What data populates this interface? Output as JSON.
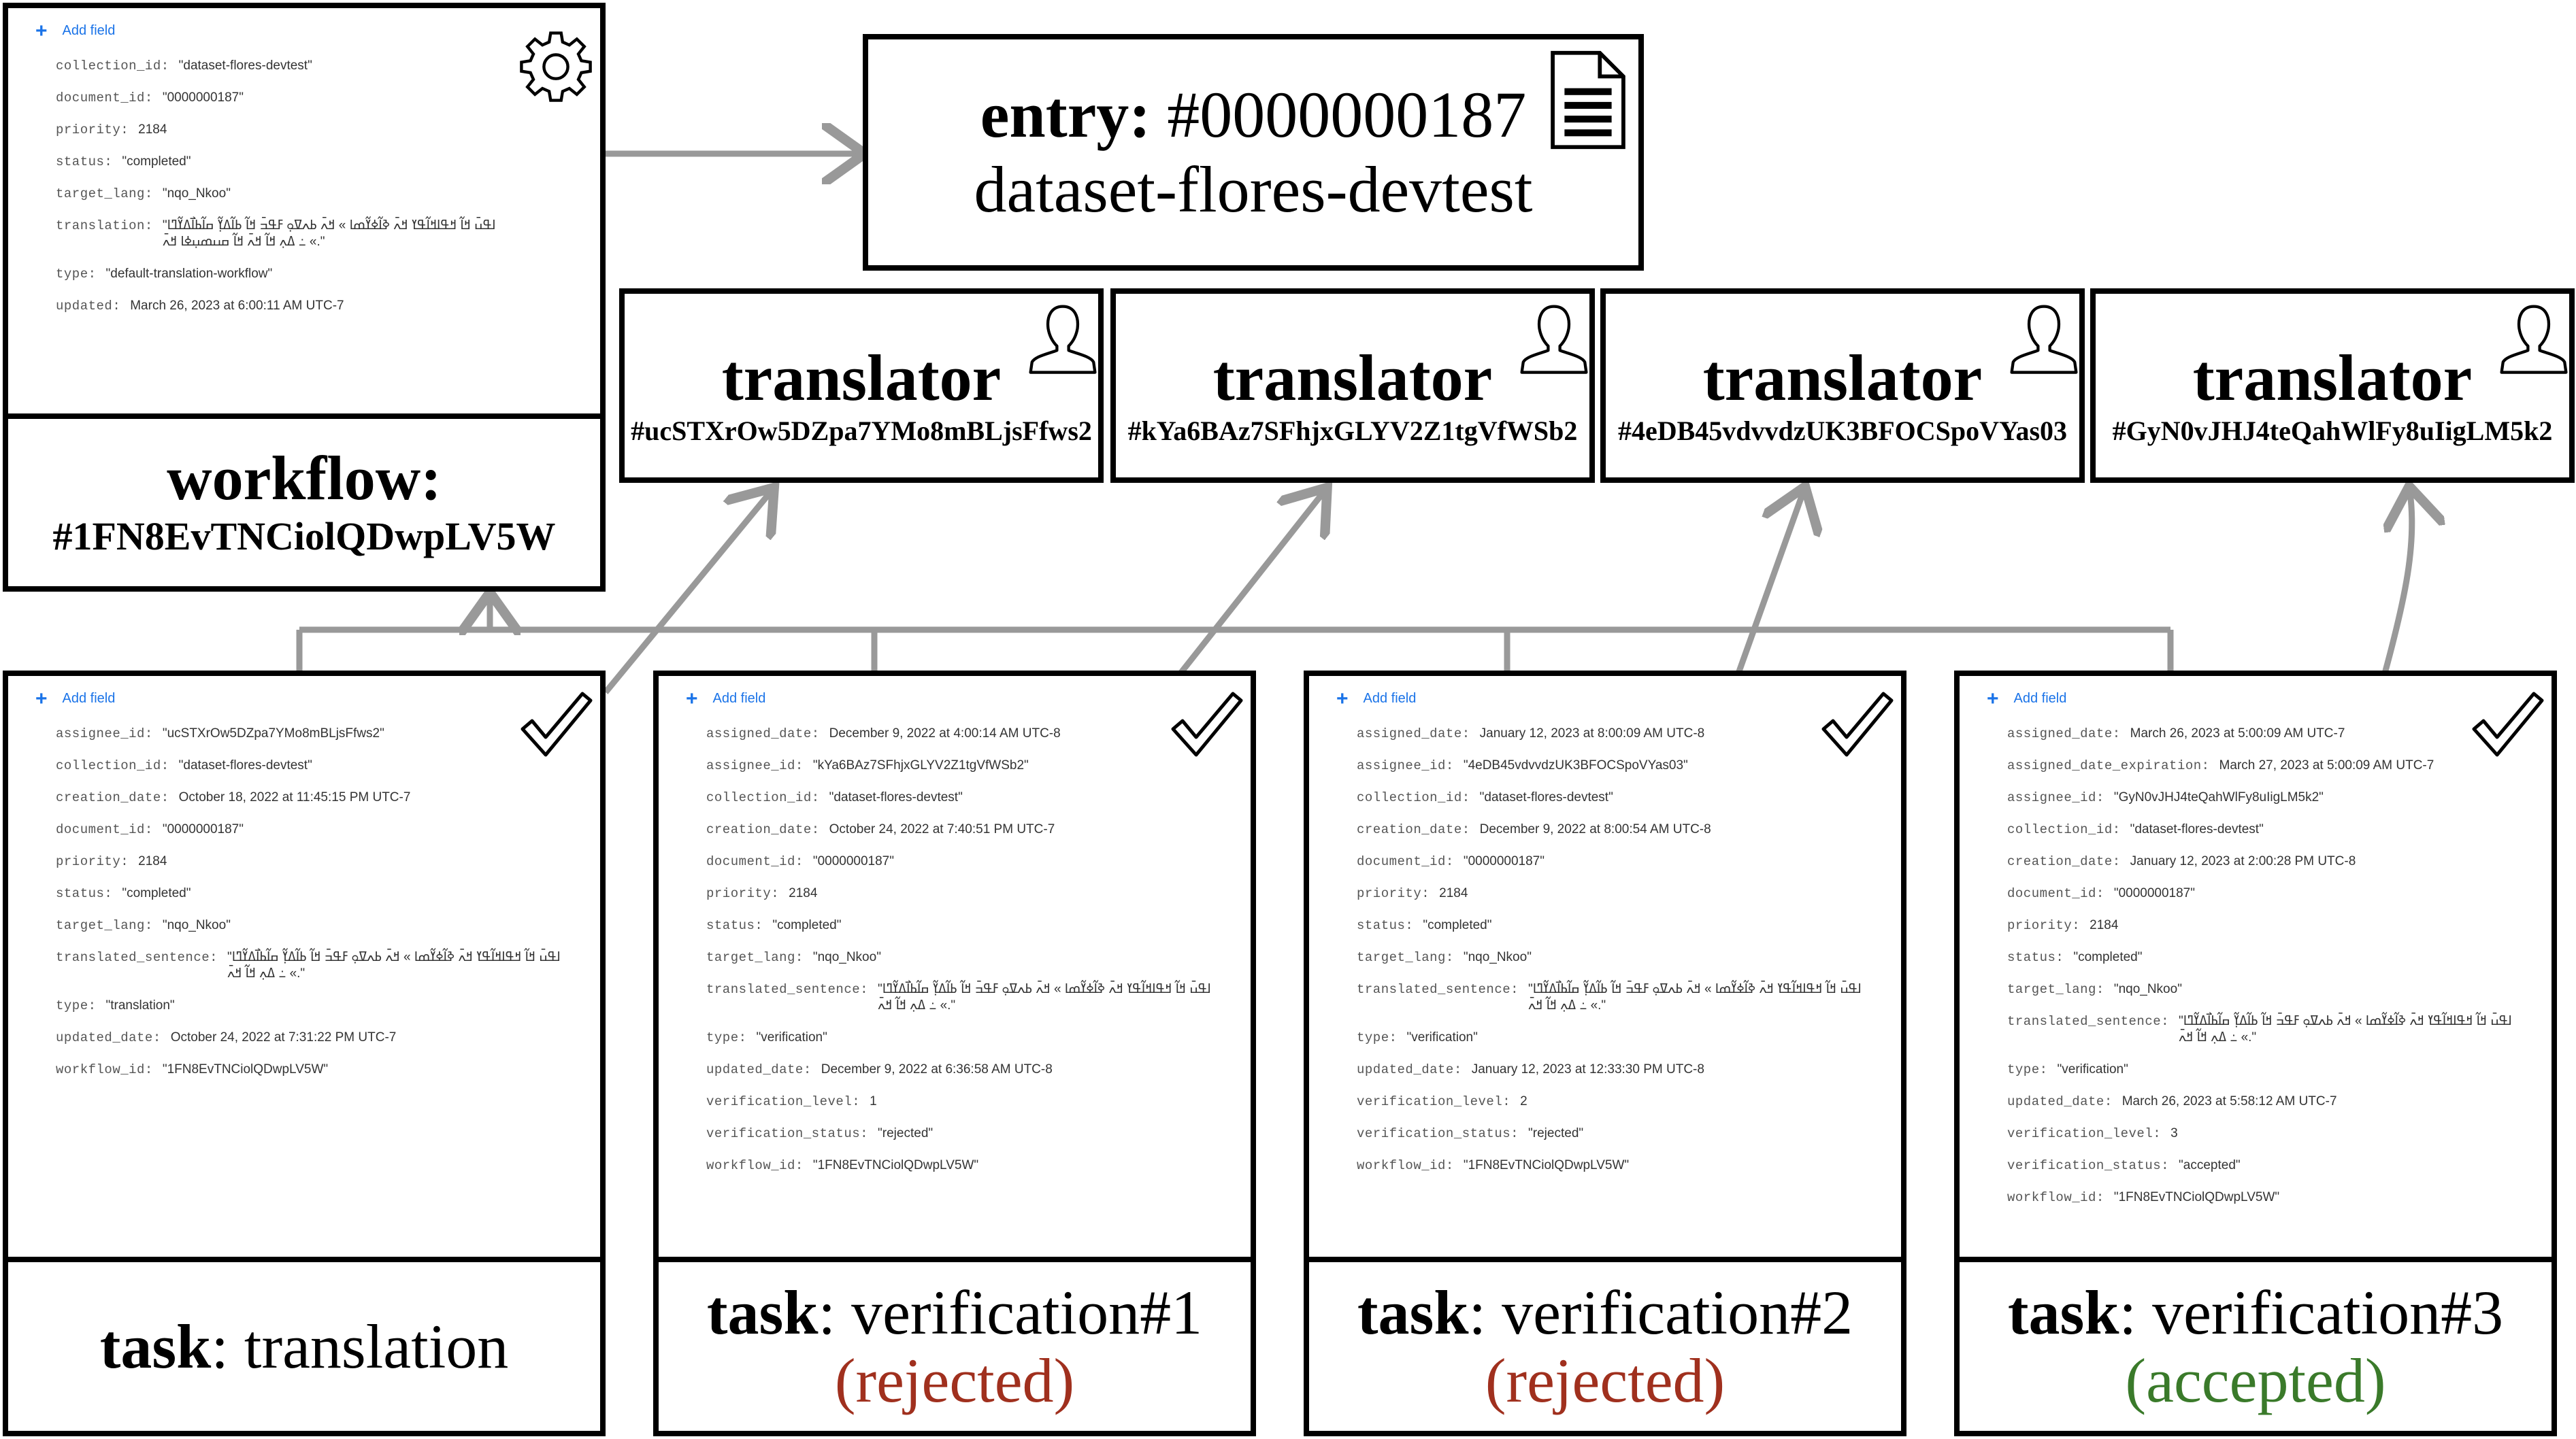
{
  "workflow": {
    "add_field": "Add field",
    "fields": [
      {
        "key": "collection_id:",
        "value": "\"dataset-flores-devtest\""
      },
      {
        "key": "document_id:",
        "value": "\"0000000187\""
      },
      {
        "key": "priority:",
        "value": "2184"
      },
      {
        "key": "status:",
        "value": "\"completed\""
      },
      {
        "key": "target_lang:",
        "value": "\"nqo_Nkoo\""
      },
      {
        "key": "translation:",
        "value": "\"ߊߟߎ߫ ߞߊ߬ ߞߟߊߞߊ߬ߟߌ ߞߍ߫ ߢߊ߬ߦߌ߬ߘߊ » ߞߍ߫ ߕߍߜߋ߲ ߓߟߏ߫ ߞߊ߬ ߕߊ߬ߡߌ߲߬ ߛߊ߬ߕߊ߯ߡߌ߬ߣߊ ߸ ߡߍ߲ ߞߊ߬ ߞߍ߫ ߞߊ߬ ߛߎߘߎ߲ߦߊ ߞߍ߫ «.\""
      },
      {
        "key": "type:",
        "value": "\"default-translation-workflow\""
      },
      {
        "key": "updated:",
        "value": "March 26, 2023 at 6:00:11 AM UTC-7"
      }
    ],
    "label_bold": "workflow:",
    "label_id": "#1FN8EvTNCiolQDwpLV5W"
  },
  "entry": {
    "label_bold": "entry:",
    "label_id": "#0000000187",
    "collection": "dataset-flores-devtest"
  },
  "translators": [
    {
      "label": "translator",
      "id": "#ucSTXrOw5DZpa7YMo8mBLjsFfws2"
    },
    {
      "label": "translator",
      "id": "#kYa6BAz7SFhjxGLYV2Z1tgVfWSb2"
    },
    {
      "label": "translator",
      "id": "#4eDB45vdvvdzUK3BFOCSpoVYas03"
    },
    {
      "label": "translator",
      "id": "#GyN0vJHJ4teQahWlFy8uIigLM5k2"
    }
  ],
  "tasks": [
    {
      "add_field": "Add field",
      "fields": [
        {
          "key": "assignee_id:",
          "value": "\"ucSTXrOw5DZpa7YMo8mBLjsFfws2\""
        },
        {
          "key": "collection_id:",
          "value": "\"dataset-flores-devtest\""
        },
        {
          "key": "creation_date:",
          "value": "October 18, 2022 at 11:45:15 PM UTC-7"
        },
        {
          "key": "document_id:",
          "value": "\"0000000187\""
        },
        {
          "key": "priority:",
          "value": "2184"
        },
        {
          "key": "status:",
          "value": "\"completed\""
        },
        {
          "key": "target_lang:",
          "value": "\"nqo_Nkoo\""
        },
        {
          "key": "translated_sentence:",
          "value": "\"ߊߟߎ߫ ߞߊ߬ ߞߟߊߞߊ߬ߟߌ ߞߍ߫ ߢߊ߬ߦߌ߬ߘߊ » ߞߍ߫ ߕߍߜߋ߲ ߓߟߏ߫ ߞߊ߬ ߕߊ߬ߡߌ߲߬ ߛߊ߬ߕߊ߯ߡߌ߬ߣߊ ߸ ߡߍ߲ ߞߊ߬ ߞߍ߫ «.\""
        },
        {
          "key": "type:",
          "value": "\"translation\""
        },
        {
          "key": "updated_date:",
          "value": "October 24, 2022 at 7:31:22 PM UTC-7"
        },
        {
          "key": "workflow_id:",
          "value": "\"1FN8EvTNCiolQDwpLV5W\""
        }
      ],
      "label_bold": "task",
      "label_rest": ": translation",
      "status_note": ""
    },
    {
      "add_field": "Add field",
      "fields": [
        {
          "key": "assigned_date:",
          "value": "December 9, 2022 at 4:00:14 AM UTC-8"
        },
        {
          "key": "assignee_id:",
          "value": "\"kYa6BAz7SFhjxGLYV2Z1tgVfWSb2\""
        },
        {
          "key": "collection_id:",
          "value": "\"dataset-flores-devtest\""
        },
        {
          "key": "creation_date:",
          "value": "October 24, 2022 at 7:40:51 PM UTC-7"
        },
        {
          "key": "document_id:",
          "value": "\"0000000187\""
        },
        {
          "key": "priority:",
          "value": "2184"
        },
        {
          "key": "status:",
          "value": "\"completed\""
        },
        {
          "key": "target_lang:",
          "value": "\"nqo_Nkoo\""
        },
        {
          "key": "translated_sentence:",
          "value": "\"ߊߟߎ߫ ߞߊ߬ ߞߟߊߞߊ߬ߟߌ ߞߍ߫ ߢߊ߬ߦߌ߬ߘߊ » ߞߍ߫ ߕߍߜߋ߲ ߓߟߏ߫ ߞߊ߬ ߕߊ߬ߡߌ߲߬ ߛߊ߬ߕߊ߯ߡߌ߬ߣߊ ߸ ߡߍ߲ ߞߊ߬ ߞߍ߫ «.\""
        },
        {
          "key": "type:",
          "value": "\"verification\""
        },
        {
          "key": "updated_date:",
          "value": "December 9, 2022 at 6:36:58 AM UTC-8"
        },
        {
          "key": "verification_level:",
          "value": "1"
        },
        {
          "key": "verification_status:",
          "value": "\"rejected\""
        },
        {
          "key": "workflow_id:",
          "value": "\"1FN8EvTNCiolQDwpLV5W\""
        }
      ],
      "label_bold": "task",
      "label_rest": ": verification#1",
      "status_note": "(rejected)"
    },
    {
      "add_field": "Add field",
      "fields": [
        {
          "key": "assigned_date:",
          "value": "January 12, 2023 at 8:00:09 AM UTC-8"
        },
        {
          "key": "assignee_id:",
          "value": "\"4eDB45vdvvdzUK3BFOCSpoVYas03\""
        },
        {
          "key": "collection_id:",
          "value": "\"dataset-flores-devtest\""
        },
        {
          "key": "creation_date:",
          "value": "December 9, 2022 at 8:00:54 AM UTC-8"
        },
        {
          "key": "document_id:",
          "value": "\"0000000187\""
        },
        {
          "key": "priority:",
          "value": "2184"
        },
        {
          "key": "status:",
          "value": "\"completed\""
        },
        {
          "key": "target_lang:",
          "value": "\"nqo_Nkoo\""
        },
        {
          "key": "translated_sentence:",
          "value": "\"ߊߟߎ߫ ߞߊ߬ ߞߟߊߞߊ߬ߟߌ ߞߍ߫ ߢߊ߬ߦߌ߬ߘߊ » ߞߍ߫ ߕߍߜߋ߲ ߓߟߏ߫ ߞߊ߬ ߕߊ߬ߡߌ߲߬ ߛߊ߬ߕߊ߯ߡߌ߬ߣߊ ߸ ߡߍ߲ ߞߊ߬ ߞߍ߫ «.\""
        },
        {
          "key": "type:",
          "value": "\"verification\""
        },
        {
          "key": "updated_date:",
          "value": "January 12, 2023 at 12:33:30 PM UTC-8"
        },
        {
          "key": "verification_level:",
          "value": "2"
        },
        {
          "key": "verification_status:",
          "value": "\"rejected\""
        },
        {
          "key": "workflow_id:",
          "value": "\"1FN8EvTNCiolQDwpLV5W\""
        }
      ],
      "label_bold": "task",
      "label_rest": ": verification#2",
      "status_note": "(rejected)"
    },
    {
      "add_field": "Add field",
      "fields": [
        {
          "key": "assigned_date:",
          "value": "March 26, 2023 at 5:00:09 AM UTC-7"
        },
        {
          "key": "assigned_date_expiration:",
          "value": "March 27, 2023 at 5:00:09 AM UTC-7"
        },
        {
          "key": "assignee_id:",
          "value": "\"GyN0vJHJ4teQahWlFy8uIigLM5k2\""
        },
        {
          "key": "collection_id:",
          "value": "\"dataset-flores-devtest\""
        },
        {
          "key": "creation_date:",
          "value": "January 12, 2023 at 2:00:28 PM UTC-8"
        },
        {
          "key": "document_id:",
          "value": "\"0000000187\""
        },
        {
          "key": "priority:",
          "value": "2184"
        },
        {
          "key": "status:",
          "value": "\"completed\""
        },
        {
          "key": "target_lang:",
          "value": "\"nqo_Nkoo\""
        },
        {
          "key": "translated_sentence:",
          "value": "\"ߊߟߎ߫ ߞߊ߬ ߞߟߊߞߊ߬ߟߌ ߞߍ߫ ߢߊ߬ߦߌ߬ߘߊ » ߞߍ߫ ߕߍߜߋ߲ ߓߟߏ߫ ߞߊ߬ ߕߊ߬ߡߌ߲߬ ߛߊ߬ߕߊ߯ߡߌ߬ߣߊ ߸ ߡߍ߲ ߞߊ߬ ߞߍ߫ «.\""
        },
        {
          "key": "type:",
          "value": "\"verification\""
        },
        {
          "key": "updated_date:",
          "value": "March 26, 2023 at 5:58:12 AM UTC-7"
        },
        {
          "key": "verification_level:",
          "value": "3"
        },
        {
          "key": "verification_status:",
          "value": "\"accepted\""
        },
        {
          "key": "workflow_id:",
          "value": "\"1FN8EvTNCiolQDwpLV5W\""
        }
      ],
      "label_bold": "task",
      "label_rest": ": verification#3",
      "status_note": "(accepted)"
    }
  ],
  "colors": {
    "rejected": "#a0301e",
    "accepted": "#3a7a2a",
    "add_field": "#1a73e8",
    "connector": "#999999"
  },
  "icons": {
    "workflow": "gear-icon",
    "entry": "document-icon",
    "translator": "person-icon",
    "task": "checkmark-icon"
  }
}
